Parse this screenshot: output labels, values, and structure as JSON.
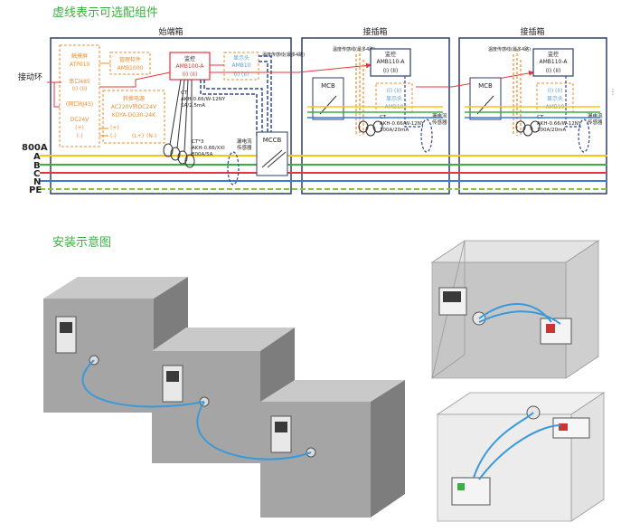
{
  "headers": {
    "wiring": "虚线表示可选配组件",
    "install": "安装示意图"
  },
  "bus": {
    "current": "800A",
    "lines": [
      "A",
      "B",
      "C",
      "N",
      "PE"
    ]
  },
  "left_label": "接动环",
  "boxes": {
    "start": "始端箱",
    "plug1": "接插箱",
    "plug2": "接插箱"
  },
  "start_box": {
    "gateway": [
      "触摸屏",
      "ATP010"
    ],
    "software": [
      "管理软件",
      "AMB1000"
    ],
    "serial": [
      "串口485",
      "(I)  (II)"
    ],
    "net": "(网口RJ45)",
    "dc": "DC24V",
    "dc_pins": [
      "(+)",
      "(-)"
    ],
    "power": [
      "转换电源",
      "AC220V转DC24V",
      "KDYA-DG30-24K"
    ],
    "power_pins": [
      "(+)",
      "(-)",
      "(L+)",
      "(N-)"
    ],
    "monitor": [
      "监控",
      "AMB100-A",
      "(I)   (II)"
    ],
    "display": [
      "显示头",
      "AMB10",
      "(I)  (II)"
    ],
    "temp": "温度传感线(最多4路)",
    "ct1": [
      "CT",
      "AKH-0.66/W-12NY",
      "5A/2.5mA"
    ],
    "ct3": [
      "CT*3",
      "AKH-0.66/XXI",
      "800A/5A"
    ],
    "leak": [
      "漏电流",
      "传感器"
    ],
    "mccb": "MCCB"
  },
  "plug_box": {
    "temp": "温度传感线(最多4路)",
    "monitor": [
      "监控",
      "AMB110-A",
      "(I)   (II)"
    ],
    "display": [
      "(I)   (II)",
      "显示头",
      "AMB10"
    ],
    "ct": [
      "CT",
      "AKH-0.66/W-12NY",
      "100A/20mA"
    ],
    "leak": [
      "漏电流",
      "传感器"
    ],
    "mcb": "MCB"
  },
  "colors": {
    "A": "#f2c811",
    "B": "#3cb043",
    "C": "#e8343a",
    "N": "#3a7bd5",
    "PE": "#8ac43f",
    "dashed_orange": "#f08c2a",
    "box_border": "#2c3e6b",
    "red_wire": "#e8343a",
    "blue_dash": "#2c4a9a",
    "cable": "#3a9ad9",
    "cabinet": "#9a9a9a"
  }
}
